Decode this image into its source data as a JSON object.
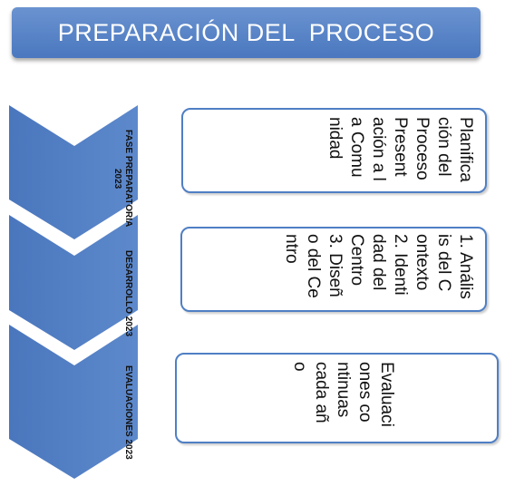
{
  "title": "PREPARACIÓN DEL  PROCESO",
  "colors": {
    "accent": "#4f7fc4",
    "banner": "#5585c8",
    "text": "#111111"
  },
  "phases": [
    {
      "label": "FASE PREPARATORIA 2023",
      "text": "Planificación del Proceso Presentación a la Comunidad"
    },
    {
      "label": "DESARROLLO 2023",
      "text": "1. Análisis del Contexto 2. Identidad del Centro 3. Diseño del Centro"
    },
    {
      "label": "EVALUACIONES 2023",
      "text": "Evaluaciones continuas cada año"
    }
  ]
}
